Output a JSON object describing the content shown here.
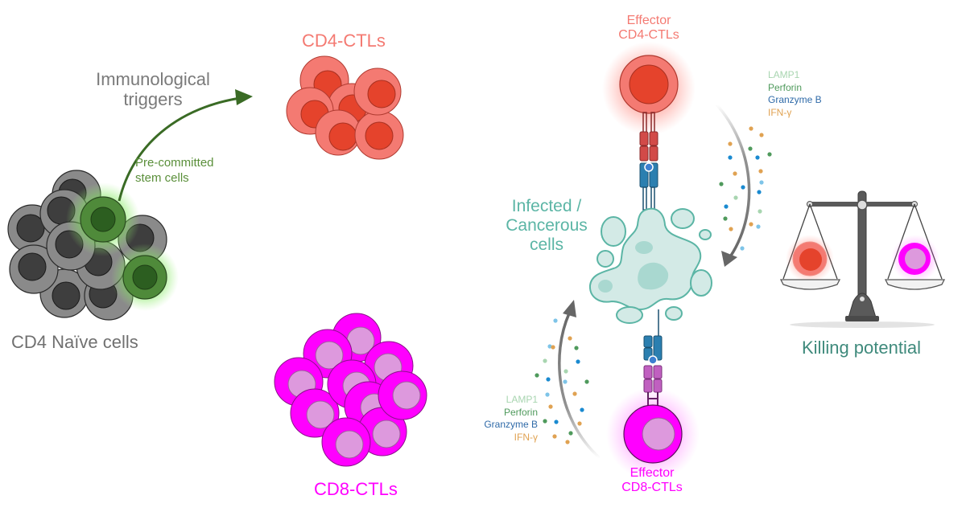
{
  "labels": {
    "immunological_triggers": "Immunological\ntriggers",
    "pre_committed": "Pre-committed\nstem cells",
    "cd4_naive": "CD4 Naïve cells",
    "cd4_ctls": "CD4-CTLs",
    "cd8_ctls": "CD8-CTLs",
    "effector_cd4": "Effector\nCD4-CTLs",
    "effector_cd8": "Effector\nCD8-CTLs",
    "infected_cells": "Infected /\nCancerous\ncells",
    "killing_potential": "Killing potential"
  },
  "cytotoxic_molecules_top": [
    "LAMP1",
    "Perforin",
    "Granzyme B",
    "IFN-γ"
  ],
  "cytotoxic_molecules_bottom": [
    "LAMP1",
    "Perforin",
    "Granzyme B",
    "IFN-γ"
  ],
  "colors": {
    "gray_text": "#7a7a7a",
    "green_arrow": "#3a6b25",
    "green_text": "#5a8f3a",
    "cd4_red": "#f47a72",
    "cd4_nucleus": "#e5432c",
    "cd8_magenta": "#ff00ff",
    "cd8_nucleus": "#dd99dd",
    "teal": "#5bb5a5",
    "teal_dark": "#3f8a7c",
    "lamp1": "#a8d5b0",
    "perforin": "#4f9a5c",
    "granzyme": "#2f6aa8",
    "ifn": "#e0a252"
  }
}
